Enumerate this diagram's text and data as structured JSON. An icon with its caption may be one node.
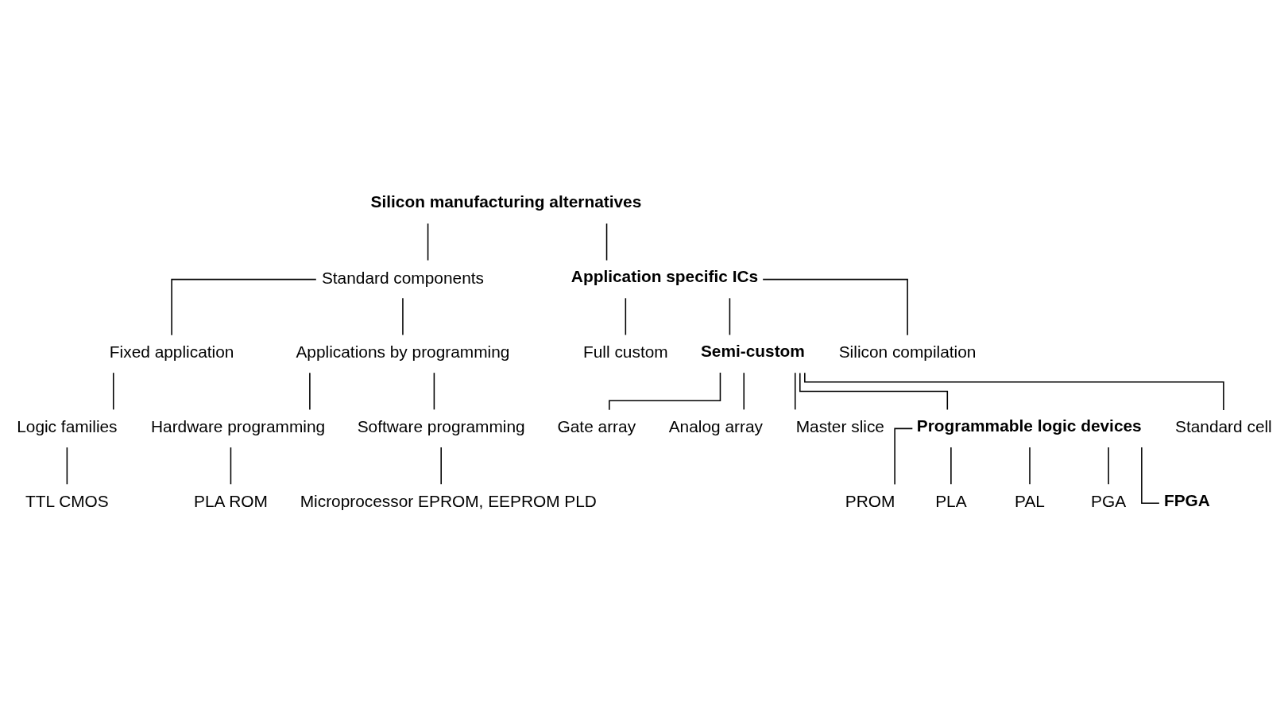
{
  "diagram": {
    "nodes": [
      {
        "text": [
          "Silicon manufacturing alternatives"
        ]
      },
      {
        "text": [
          "Standard components"
        ]
      },
      {
        "text": [
          "Application specific ICs"
        ]
      },
      {
        "text": [
          "Fixed application"
        ]
      },
      {
        "text": [
          "Applications by programming"
        ]
      },
      {
        "text": [
          "Full custom"
        ]
      },
      {
        "text": [
          "Semi-custom"
        ]
      },
      {
        "text": [
          "Silicon compilation"
        ]
      },
      {
        "text": [
          "Logic families"
        ]
      },
      {
        "text": [
          "Hardware programming"
        ]
      },
      {
        "text": [
          "Software programming"
        ]
      },
      {
        "text": [
          "Gate array"
        ]
      },
      {
        "text": [
          "Analog array"
        ]
      },
      {
        "text": [
          "Master slice"
        ]
      },
      {
        "text": [
          "Programmable logic devices"
        ]
      },
      {
        "text": [
          "Standard cell"
        ]
      },
      {
        "text": [
          "TTL CMOS"
        ]
      },
      {
        "text": [
          "PLA ROM"
        ]
      },
      {
        "text": [
          "Microprocessor EPROM, EEPROM PLD"
        ]
      },
      {
        "text": [
          "PROM"
        ]
      },
      {
        "text": [
          "PLA"
        ]
      },
      {
        "text": [
          "PAL"
        ]
      },
      {
        "text": [
          "PGA"
        ]
      },
      {
        "text": [
          "FPGA"
        ]
      }
    ],
    "edges": [
      {
        "from": 0,
        "to": 1,
        "arrow": "none"
      },
      {
        "from": 0,
        "to": 2,
        "arrow": "none"
      },
      {
        "from": 1,
        "to": 3,
        "arrow": "none"
      },
      {
        "from": 1,
        "to": 4,
        "arrow": "none"
      },
      {
        "from": 2,
        "to": 5,
        "arrow": "none"
      },
      {
        "from": 2,
        "to": 6,
        "arrow": "none"
      },
      {
        "from": 2,
        "to": 7,
        "arrow": "none"
      },
      {
        "from": 3,
        "to": 8,
        "arrow": "none"
      },
      {
        "from": 4,
        "to": 9,
        "arrow": "none"
      },
      {
        "from": 4,
        "to": 10,
        "arrow": "none"
      },
      {
        "from": 6,
        "to": 11,
        "arrow": "none"
      },
      {
        "from": 6,
        "to": 12,
        "arrow": "none"
      },
      {
        "from": 6,
        "to": 13,
        "arrow": "none"
      },
      {
        "from": 6,
        "to": 14,
        "arrow": "none"
      },
      {
        "from": 6,
        "to": 15,
        "arrow": "none"
      },
      {
        "from": 8,
        "to": 16,
        "arrow": "none"
      },
      {
        "from": 9,
        "to": 17,
        "arrow": "none"
      },
      {
        "from": 10,
        "to": 18,
        "arrow": "none"
      },
      {
        "from": 14,
        "to": 19,
        "arrow": "none"
      },
      {
        "from": 14,
        "to": 20,
        "arrow": "none"
      },
      {
        "from": 14,
        "to": 21,
        "arrow": "none"
      },
      {
        "from": 14,
        "to": 22,
        "arrow": "none"
      },
      {
        "from": 14,
        "to": 23,
        "arrow": "none"
      }
    ]
  }
}
